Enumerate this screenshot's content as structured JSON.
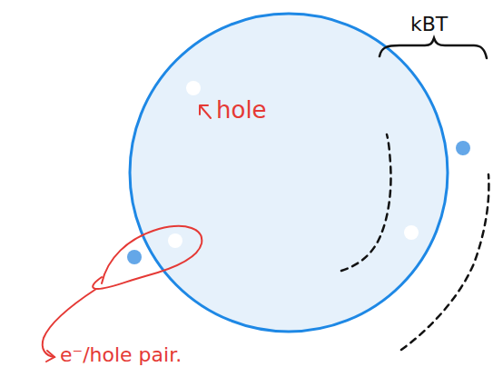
{
  "diagram": {
    "labels": [
      "hole",
      "e⁻/hole pair.",
      "kBT"
    ]
  }
}
